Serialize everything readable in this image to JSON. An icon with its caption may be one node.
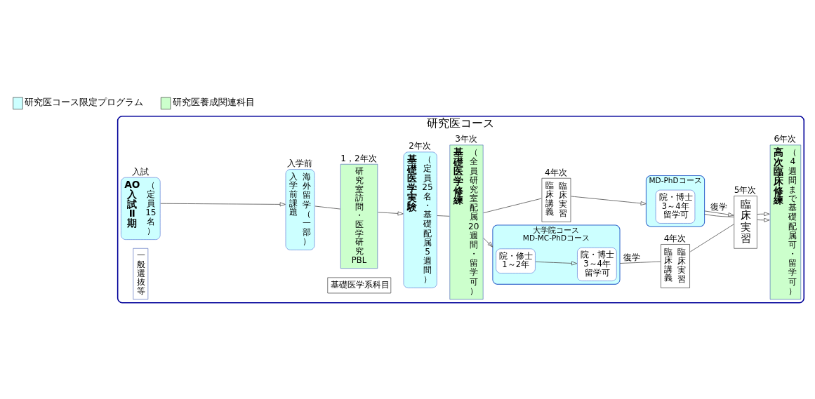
{
  "diagram": {
    "nodes": [
      {
        "text": [
          "研究医コース"
        ]
      },
      {
        "text": [
          "AO入試Ⅱ期",
          "（定員15名）"
        ],
        "beside": [
          "入試"
        ],
        "in": 0
      },
      {
        "text": [
          "一般選抜等"
        ],
        "in": 0
      },
      {
        "text": [
          "入学前課題",
          "海外留学（一部）"
        ],
        "beside": [
          "入学前"
        ],
        "in": 0
      },
      {
        "text": [
          "研究室訪問・医学研究PBL"
        ],
        "beside": [
          "1，2年次"
        ],
        "in": 0
      },
      {
        "text": [
          "基礎医学実験",
          "（定員25名・基礎配属5週間）"
        ],
        "beside": [
          "2年次"
        ],
        "in": 0
      },
      {
        "text": [
          "基礎医学系科目"
        ],
        "in": 0
      },
      {
        "text": [
          "基礎医学修練",
          "（全員研究室配属20週間・留学可）"
        ],
        "beside": [
          "3年次"
        ],
        "in": 0
      },
      {
        "text": [
          "MD-MC-PhDコース"
        ],
        "beside": [
          "大学院コース"
        ],
        "in": 0
      },
      {
        "text": [
          "院・修士1～2年"
        ],
        "in": 8
      },
      {
        "text": [
          "院・博士3～4年留学可"
        ],
        "in": 8
      },
      {
        "text": [
          "臨床講義",
          "臨床実習"
        ],
        "beside": [
          "4年次"
        ],
        "in": 0
      },
      {
        "text": [
          "臨床講義",
          "臨床実習"
        ],
        "beside": [
          "4年次"
        ],
        "in": 0
      },
      {
        "text": [
          "MD-PhDコース"
        ],
        "in": 0
      },
      {
        "text": [
          "院・博士3～4年留学可"
        ],
        "in": 13
      },
      {
        "text": [
          "臨床実習"
        ],
        "beside": [
          "5年次"
        ],
        "in": 0
      },
      {
        "text": [
          "高次臨床修練",
          "（4週間まで基礎配属可・留学可）"
        ],
        "beside": [
          "6年次"
        ],
        "in": 0
      }
    ],
    "edges": [
      {
        "from": 1,
        "to": 3,
        "arrow": "to"
      },
      {
        "from": 3,
        "to": 4,
        "arrow": "none"
      },
      {
        "from": 4,
        "to": 5,
        "arrow": "to"
      },
      {
        "from": 5,
        "to": 7,
        "arrow": "none"
      },
      {
        "from": 7,
        "to": 11,
        "arrow": "none"
      },
      {
        "from": 7,
        "to": 8,
        "arrow": "to"
      },
      {
        "from": 9,
        "to": 10,
        "arrow": "to"
      },
      {
        "from": 8,
        "to": 12,
        "arrow": "none",
        "label": "復学"
      },
      {
        "from": 12,
        "to": 15,
        "arrow": "none"
      },
      {
        "from": 11,
        "to": 13,
        "arrow": "to"
      },
      {
        "from": 13,
        "to": 15,
        "arrow": "none"
      },
      {
        "from": 13,
        "to": 15,
        "arrow": "to",
        "label": "復学"
      },
      {
        "from": 15,
        "to": 16,
        "arrow": "to"
      },
      {
        "from": 15,
        "to": 16,
        "arrow": "to"
      }
    ],
    "legend": [
      {
        "text": "研究医コース限定プログラム",
        "color": "#ccffff"
      },
      {
        "text": "研究医養成関連科目",
        "color": "#ccffcc"
      }
    ]
  }
}
